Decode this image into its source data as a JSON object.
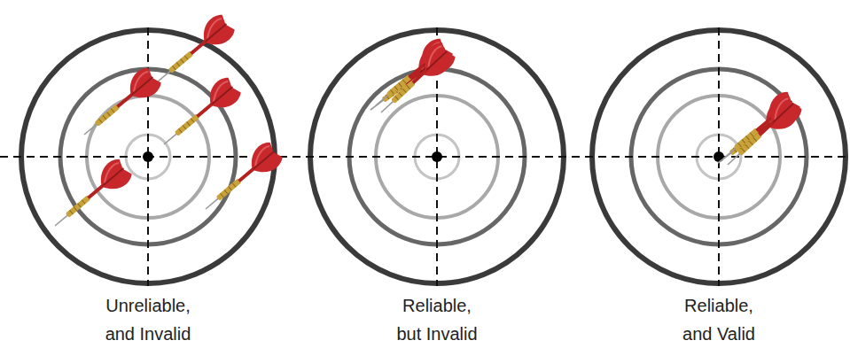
{
  "diagram": {
    "labels": [
      "Unreliable, and Invalid",
      "Reliable, but Invalid",
      "Reliable, and Valid"
    ]
  }
}
